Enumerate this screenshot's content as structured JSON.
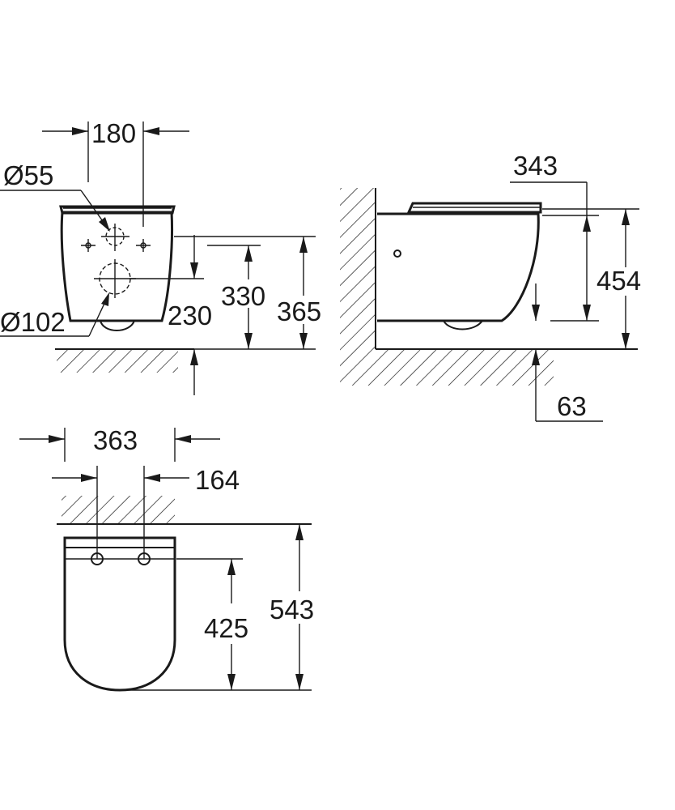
{
  "front_view": {
    "dim_180": "180",
    "dim_d55": "Ø55",
    "dim_d102": "Ø102",
    "dim_230": "230",
    "dim_330": "330",
    "dim_365": "365"
  },
  "side_view": {
    "dim_343": "343",
    "dim_454": "454",
    "dim_63": "63"
  },
  "top_view": {
    "dim_363": "363",
    "dim_164": "164",
    "dim_425": "425",
    "dim_543": "543"
  }
}
